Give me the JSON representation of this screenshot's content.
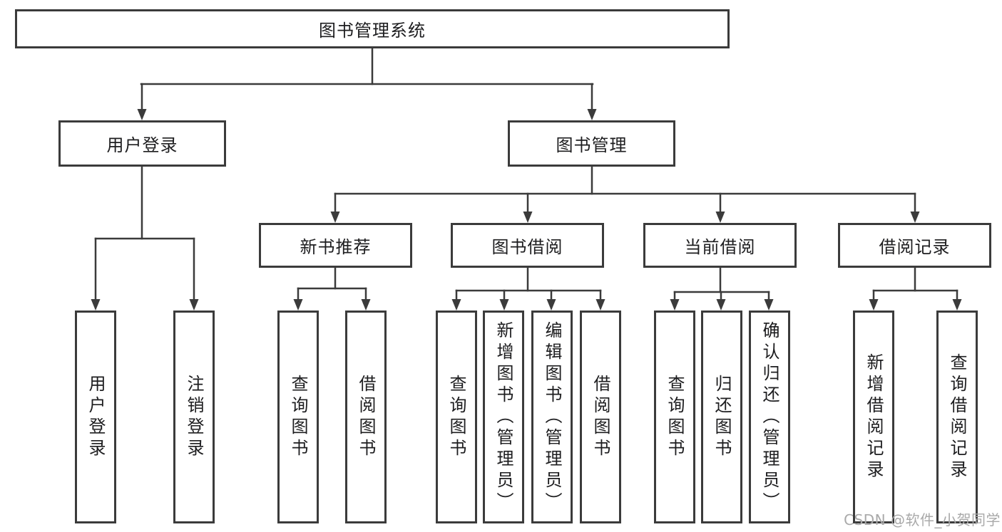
{
  "diagram": {
    "root": "图书管理系统",
    "level2": {
      "user_login": "用户登录",
      "book_management": "图书管理"
    },
    "level3": {
      "new_book_recommendation": "新书推荐",
      "book_borrowing": "图书借阅",
      "current_borrowing": "当前借阅",
      "borrowing_records": "借阅记录"
    },
    "leaves": {
      "user_login": "用户登录",
      "logout": "注销登录",
      "recommend_query_books": "查询图书",
      "recommend_borrow_books": "借阅图书",
      "borrowing_query_books": "查询图书",
      "borrowing_add_books_admin": "新增图书（管理员）",
      "borrowing_edit_books_admin": "编辑图书（管理员）",
      "borrowing_borrow_books": "借阅图书",
      "current_query_books": "查询图书",
      "current_return_books": "归还图书",
      "current_confirm_return_admin": "确认归还（管理员）",
      "records_add_record": "新增借阅记录",
      "records_query_record": "查询借阅记录"
    },
    "colors": {
      "line": "#3b3b3b",
      "text": "#1d1d1f",
      "watermark": "#a9a9a9"
    }
  },
  "watermark": "CSDN @软件_小贺同学"
}
